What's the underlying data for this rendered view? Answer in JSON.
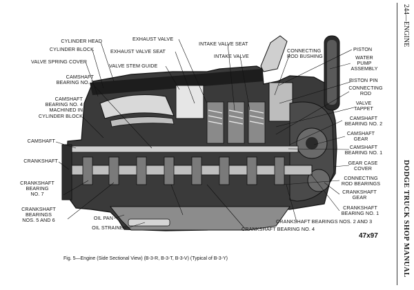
{
  "side_header": {
    "page_label": "244—ENGINE",
    "manual_title": "DODGE TRUCK SHOP MANUAL"
  },
  "figure": {
    "caption": "Fig. 5—Engine (Side Sectional View) (B-3-R, B-3-T, B-3-V) (Typical of B-3-Y)",
    "number": "47x97"
  },
  "labels": {
    "cylinder_head": "CYLINDER HEAD",
    "cylinder_block": "CYLINDER BLOCK",
    "valve_spring_cover": "VALVE SPRING COVER",
    "camshaft_bearing_3": [
      "CAMSHAFT",
      "BEARING NO. 3"
    ],
    "camshaft_bearing_4": [
      "CAMSHAFT",
      "BEARING NO. 4",
      "MACHINED IN",
      "CYLINDER BLOCK"
    ],
    "camshaft": "CAMSHAFT",
    "crankshaft": "CRANKSHAFT",
    "crankshaft_bearing_7": [
      "CRANKSHAFT",
      "BEARING",
      "NO. 7"
    ],
    "crankshaft_bearings_5_6": [
      "CRANKSHAFT",
      "BEARINGS",
      "NOS. 5 AND 6"
    ],
    "oil_pan": "OIL PAN",
    "oil_strainer": "OIL STRAINER",
    "exhaust_valve": "EXHAUST VALVE",
    "exhaust_valve_seat": "EXHAUST VALVE SEAT",
    "valve_stem_guide": "VALVE STEM GUIDE",
    "intake_valve_seat": "INTAKE VALVE SEAT",
    "intake_valve": "INTAKE VALVE",
    "connecting_rod_bushing": [
      "CONNECTING",
      "ROD BUSHING"
    ],
    "piston": "PISTON",
    "water_pump_assembly": [
      "WATER",
      "PUMP",
      "ASSEMBLY"
    ],
    "piston_pin": "PISTON PIN",
    "connecting_rod": [
      "CONNECTING",
      "ROD"
    ],
    "valve_tappet": [
      "VALVE",
      "TAPPET"
    ],
    "camshaft_bearing_2": [
      "CAMSHAFT",
      "BEARING NO. 2"
    ],
    "camshaft_gear": [
      "CAMSHAFT",
      "GEAR"
    ],
    "camshaft_bearing_1": [
      "CAMSHAFT",
      "BEARING NO. 1"
    ],
    "gear_case_cover": [
      "GEAR CASE",
      "COVER"
    ],
    "connecting_rod_bearings": [
      "CONNECTING",
      "ROD BEARINGS"
    ],
    "crankshaft_gear": [
      "CRANKSHAFT",
      "GEAR"
    ],
    "crankshaft_bearing_1": [
      "CRANKSHAFT",
      "BEARING NO. 1"
    ],
    "crankshaft_bearings_2_3": "CRANKSHAFT BEARINGS NOS. 2 AND 3",
    "crankshaft_bearing_4": "CRANKSHAFT BEARING NO. 4"
  }
}
